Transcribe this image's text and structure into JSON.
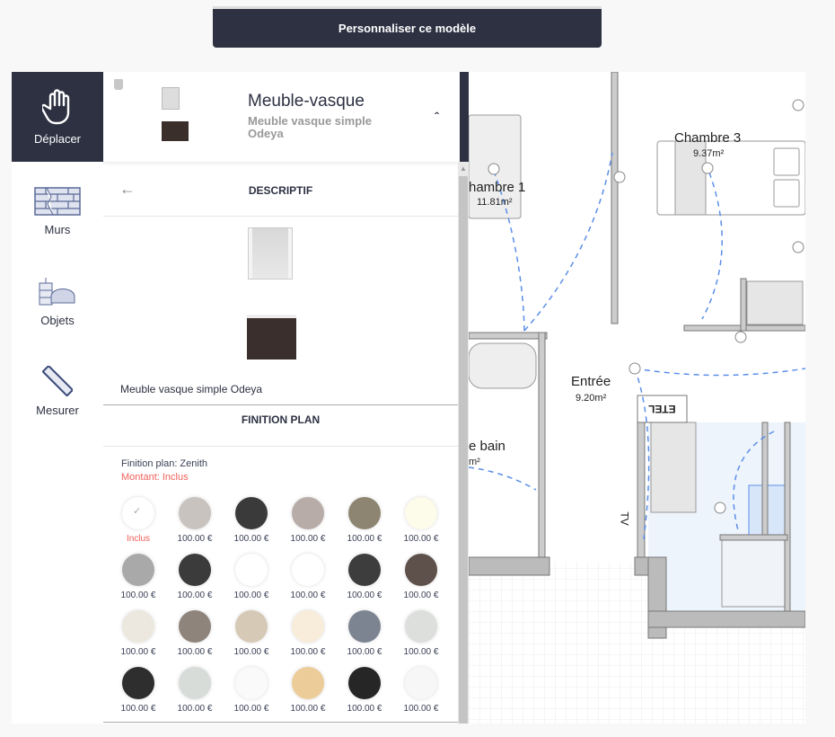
{
  "top_button": "Personnaliser ce modèle",
  "rail": [
    {
      "label": "Déplacer",
      "icon": "hand-icon"
    },
    {
      "label": "Murs",
      "icon": "wall-icon"
    },
    {
      "label": "Objets",
      "icon": "furniture-icon"
    },
    {
      "label": "Mesurer",
      "icon": "ruler-icon"
    }
  ],
  "item": {
    "title": "Meuble-vasque",
    "subtitle": "Meuble vasque simple Odeya"
  },
  "descriptif": {
    "title": "DESCRIPTIF",
    "caption": "Meuble vasque simple Odeya"
  },
  "finition": {
    "title": "FINITION PLAN",
    "selected": "Finition plan: Zenith",
    "amount": "Montant: Inclus"
  },
  "swatches": [
    {
      "color": "#ffffff",
      "price": "Inclus",
      "selected": true
    },
    {
      "color": "#c9c3c0",
      "price": "100.00 €"
    },
    {
      "color": "#3a3a3a",
      "price": "100.00 €"
    },
    {
      "color": "#b8aca8",
      "price": "100.00 €"
    },
    {
      "color": "#8d8571",
      "price": "100.00 €"
    },
    {
      "color": "#fdfbea",
      "price": "100.00 €"
    },
    {
      "color": "#a9a9a9",
      "price": "100.00 €"
    },
    {
      "color": "#3b3b3b",
      "price": "100.00 €"
    },
    {
      "color": "#ffffff",
      "price": "100.00 €"
    },
    {
      "color": "#ffffff",
      "price": "100.00 €"
    },
    {
      "color": "#3d3d3d",
      "price": "100.00 €"
    },
    {
      "color": "#5e504a",
      "price": "100.00 €"
    },
    {
      "color": "#ece8e0",
      "price": "100.00 €"
    },
    {
      "color": "#8f847b",
      "price": "100.00 €"
    },
    {
      "color": "#d6c9b6",
      "price": "100.00 €"
    },
    {
      "color": "#f8ecdb",
      "price": "100.00 €"
    },
    {
      "color": "#7c8491",
      "price": "100.00 €"
    },
    {
      "color": "#dcdfdc",
      "price": "100.00 €"
    },
    {
      "color": "#2e2e2e",
      "price": "100.00 €"
    },
    {
      "color": "#d7dcd9",
      "price": "100.00 €"
    },
    {
      "color": "#fafafa",
      "price": "100.00 €"
    },
    {
      "color": "#eccd9a",
      "price": "100.00 €"
    },
    {
      "color": "#262626",
      "price": "100.00 €"
    },
    {
      "color": "#f7f7f7",
      "price": "100.00 €"
    }
  ],
  "plan": {
    "rooms": [
      {
        "name": "hambre 1",
        "area": "11.81m²"
      },
      {
        "name": "Chambre 3",
        "area": "9.37m²"
      },
      {
        "name": "Entrée",
        "area": "9.20m²"
      },
      {
        "name": "e bain",
        "area": "m²"
      }
    ],
    "etel": "ETEL",
    "tv": "TV"
  },
  "colors": {
    "dark": "#2d3142",
    "accent_red": "#f0605a",
    "dashed": "#5b8fe8"
  }
}
